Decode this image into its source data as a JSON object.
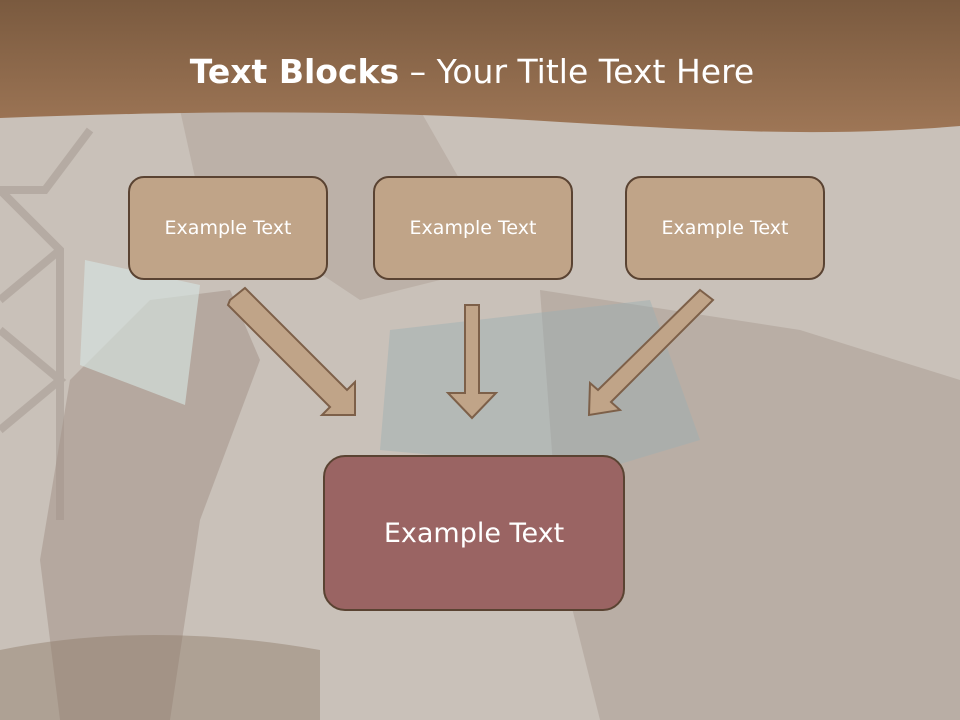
{
  "slide": {
    "title_bold": "Text Blocks",
    "title_rest": " – Your Title Text Here"
  },
  "boxes": {
    "left": "Example Text",
    "middle": "Example Text",
    "right": "Example Text",
    "center": "Example Text"
  },
  "colors": {
    "title_band": "#8a6444",
    "box_fill": "#c0a488",
    "box_border": "#5a4332",
    "center_box_fill": "#9a6463",
    "arrow_fill": "#c0a488"
  }
}
